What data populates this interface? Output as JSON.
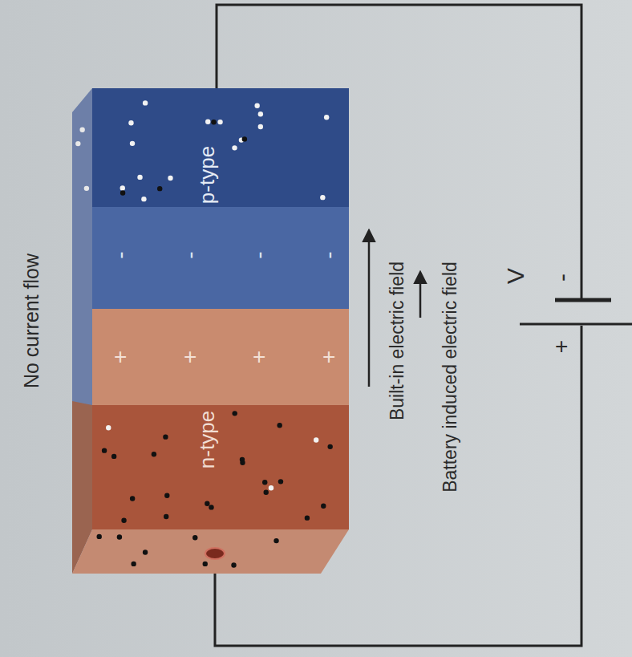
{
  "diagram": {
    "nodes": [
      {
        "text": [
          "p-type"
        ]
      },
      {
        "text": [
          "n-type"
        ]
      }
    ],
    "labels": [
      "No current flow",
      "-",
      "-",
      "-",
      "-",
      "+",
      "+",
      "+",
      "+",
      "Built-in electric field",
      "Battery induced electric field",
      "V",
      "+",
      "-"
    ]
  }
}
